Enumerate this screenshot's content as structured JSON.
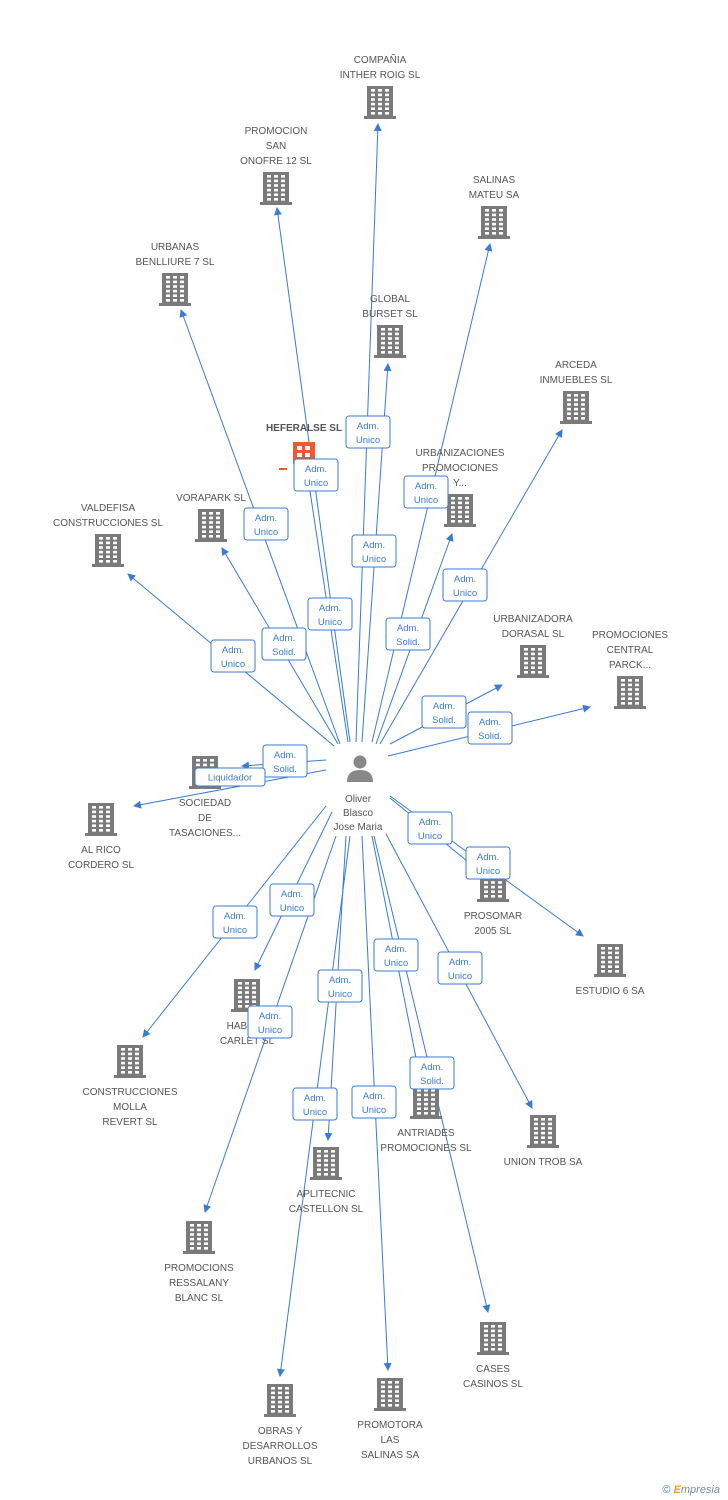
{
  "center": {
    "label": [
      "Oliver",
      "Blasco",
      "Jose Maria"
    ]
  },
  "companies": [
    {
      "id": "compania-inther-roig",
      "label": [
        "COMPAÑIA",
        "INTHER ROIG SL"
      ]
    },
    {
      "id": "promocion-san-onofre",
      "label": [
        "PROMOCION",
        "SAN",
        "ONOFRE 12 SL"
      ]
    },
    {
      "id": "salinas-mateu",
      "label": [
        "SALINAS",
        "MATEU SA"
      ]
    },
    {
      "id": "urbanas-benlliure",
      "label": [
        "URBANAS",
        "BENLLIURE 7 SL"
      ]
    },
    {
      "id": "global-burset",
      "label": [
        "GLOBAL",
        "BURSET SL"
      ]
    },
    {
      "id": "arceda-inmuebles",
      "label": [
        "ARCEDA",
        "INMUEBLES SL"
      ]
    },
    {
      "id": "heferalse",
      "label": [
        "HEFERALSE SL"
      ],
      "highlight": true
    },
    {
      "id": "urbanizaciones-promociones",
      "label": [
        "URBANIZACIONES",
        "PROMOCIONES",
        "Y..."
      ]
    },
    {
      "id": "valdefisa",
      "label": [
        "VALDEFISA",
        "CONSTRUCCIONES SL"
      ]
    },
    {
      "id": "vorapark",
      "label": [
        "VORAPARK SL"
      ]
    },
    {
      "id": "urbanizadora-dorasal",
      "label": [
        "URBANIZADORA",
        "DORASAL SL"
      ]
    },
    {
      "id": "promociones-central-parck",
      "label": [
        "PROMOCIONES",
        "CENTRAL",
        "PARCK..."
      ]
    },
    {
      "id": "sociedad-tasaciones",
      "label": [
        "SOCIEDAD",
        "DE",
        "TASACIONES..."
      ]
    },
    {
      "id": "al-rico-cordero",
      "label": [
        "AL RICO",
        "CORDERO SL"
      ]
    },
    {
      "id": "prosomar",
      "label": [
        "PROSOMAR",
        "2005 SL"
      ]
    },
    {
      "id": "estudio-6",
      "label": [
        "ESTUDIO 6 SA"
      ]
    },
    {
      "id": "habitat-carlet",
      "label": [
        "HABITAT",
        "CARLET SL"
      ]
    },
    {
      "id": "construcciones-molla",
      "label": [
        "CONSTRUCCIONES",
        "MOLLA",
        "REVERT SL"
      ]
    },
    {
      "id": "antriades",
      "label": [
        "ANTRIADES",
        "PROMOCIONES SL"
      ]
    },
    {
      "id": "union-trob",
      "label": [
        "UNION TROB SA"
      ]
    },
    {
      "id": "aplitecnic",
      "label": [
        "APLITECNIC",
        "CASTELLON SL"
      ]
    },
    {
      "id": "promocions-ressalany",
      "label": [
        "PROMOCIONS",
        "RESSALANY",
        "BLANC SL"
      ]
    },
    {
      "id": "cases-casinos",
      "label": [
        "CASES",
        "CASINOS SL"
      ]
    },
    {
      "id": "obras-desarrollos",
      "label": [
        "OBRAS Y",
        "DESARROLLOS",
        "URBANOS SL"
      ]
    },
    {
      "id": "promotora-las-salinas",
      "label": [
        "PROMOTORA",
        "LAS",
        "SALINAS SA"
      ]
    }
  ],
  "edges": [
    {
      "to": "compania-inther-roig",
      "label": [
        "Adm.",
        "Unico"
      ]
    },
    {
      "to": "promocion-san-onofre",
      "label": [
        "Adm.",
        "Unico"
      ]
    },
    {
      "to": "salinas-mateu",
      "label": [
        "Adm.",
        "Unico"
      ]
    },
    {
      "to": "urbanas-benlliure",
      "label": [
        "Adm.",
        "Unico"
      ]
    },
    {
      "to": "global-burset",
      "label": [
        "Adm.",
        "Unico"
      ]
    },
    {
      "to": "arceda-inmuebles",
      "label": [
        "Adm.",
        "Unico"
      ]
    },
    {
      "to": "heferalse",
      "label": [
        "Adm.",
        "Unico"
      ]
    },
    {
      "to": "urbanizaciones-promociones",
      "label": [
        "Adm.",
        "Solid."
      ]
    },
    {
      "to": "valdefisa",
      "label": [
        "Adm.",
        "Unico"
      ]
    },
    {
      "to": "vorapark",
      "label": [
        "Adm.",
        "Solid."
      ]
    },
    {
      "to": "urbanizadora-dorasal",
      "label": [
        "Adm.",
        "Solid."
      ]
    },
    {
      "to": "promociones-central-parck",
      "label": [
        "Adm.",
        "Solid."
      ]
    },
    {
      "to": "sociedad-tasaciones",
      "label": [
        "Adm.",
        "Solid."
      ]
    },
    {
      "to": "al-rico-cordero",
      "label": [
        "Liquidador"
      ]
    },
    {
      "to": "prosomar",
      "label": [
        "Adm.",
        "Unico"
      ]
    },
    {
      "to": "estudio-6",
      "label": [
        "Adm.",
        "Unico"
      ]
    },
    {
      "to": "habitat-carlet",
      "label": [
        "Adm.",
        "Unico"
      ]
    },
    {
      "to": "construcciones-molla",
      "label": [
        "Adm.",
        "Unico"
      ]
    },
    {
      "to": "antriades",
      "label": [
        "Adm.",
        "Unico"
      ]
    },
    {
      "to": "union-trob",
      "label": [
        "Adm.",
        "Unico"
      ]
    },
    {
      "to": "aplitecnic",
      "label": [
        "Adm.",
        "Unico"
      ]
    },
    {
      "to": "promocions-ressalany",
      "label": [
        "Adm.",
        "Unico"
      ]
    },
    {
      "to": "cases-casinos",
      "label": [
        "Adm.",
        "Solid."
      ]
    },
    {
      "to": "obras-desarrollos",
      "label": [
        "Adm.",
        "Unico"
      ]
    },
    {
      "to": "promotora-las-salinas",
      "label": [
        "Adm.",
        "Unico"
      ]
    }
  ],
  "colors": {
    "edge": "#3a7bd5",
    "building": "#7a7a7a",
    "highlight": "#f05a28",
    "person": "#888888",
    "text": "#555555"
  },
  "footer": {
    "copyright": "©",
    "brand_e": "E",
    "brand_rest": "mpresia"
  }
}
